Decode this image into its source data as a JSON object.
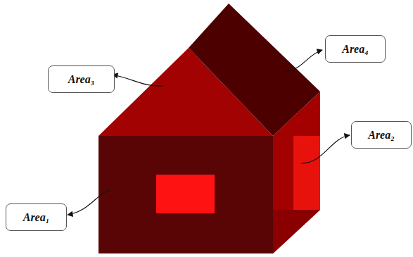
{
  "diagram": {
    "nodes": [
      {
        "text": [
          "Area₄"
        ]
      },
      {
        "text": [
          "Area₃"
        ]
      },
      {
        "text": [
          "Area₂"
        ]
      },
      {
        "text": [
          "Area₁"
        ]
      }
    ]
  }
}
